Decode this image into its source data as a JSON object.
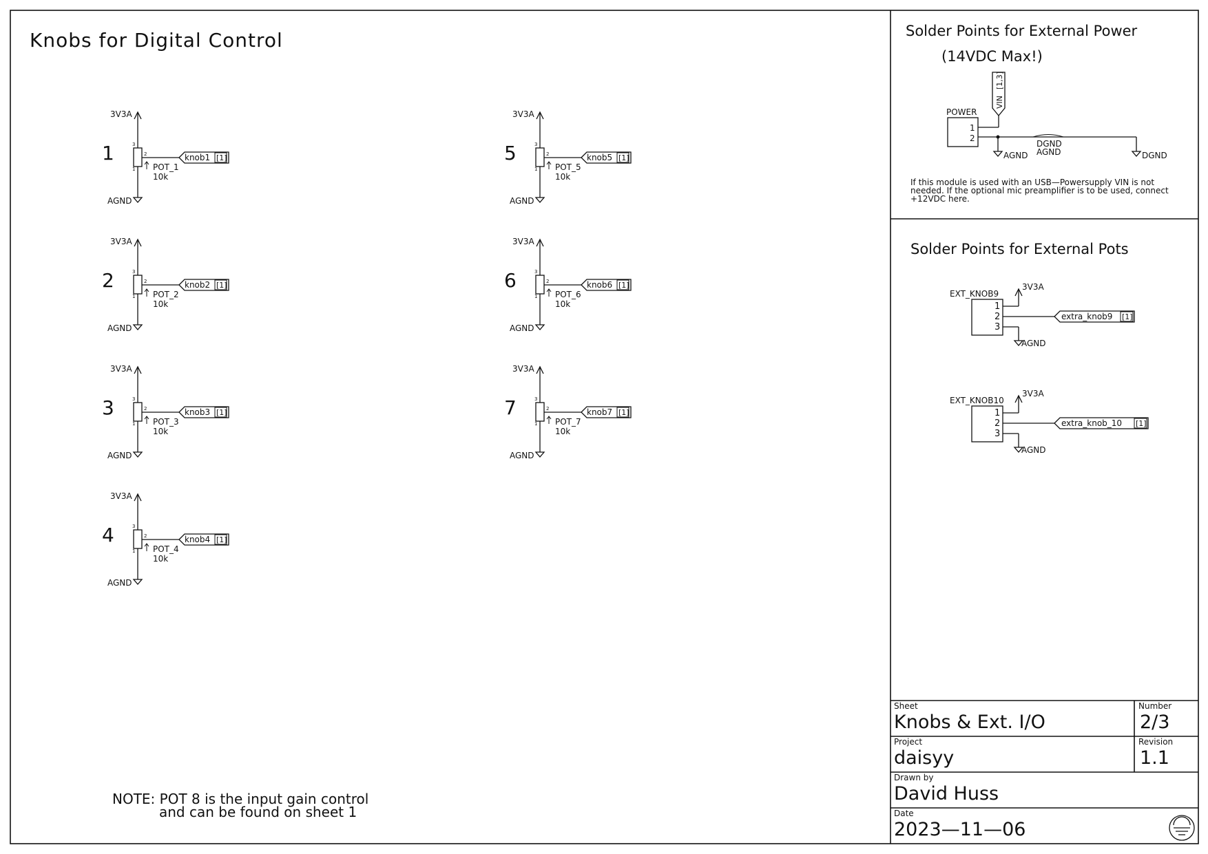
{
  "sheet_title": "Knobs for Digital Control",
  "knobs": [
    {
      "num": "1",
      "pot": "POT_1",
      "value": "10k",
      "net": "knob1",
      "ref": "[1]",
      "supply": "3V3A",
      "ground": "AGND"
    },
    {
      "num": "2",
      "pot": "POT_2",
      "value": "10k",
      "net": "knob2",
      "ref": "[1]",
      "supply": "3V3A",
      "ground": "AGND"
    },
    {
      "num": "3",
      "pot": "POT_3",
      "value": "10k",
      "net": "knob3",
      "ref": "[1]",
      "supply": "3V3A",
      "ground": "AGND"
    },
    {
      "num": "4",
      "pot": "POT_4",
      "value": "10k",
      "net": "knob4",
      "ref": "[1]",
      "supply": "3V3A",
      "ground": "AGND"
    },
    {
      "num": "5",
      "pot": "POT_5",
      "value": "10k",
      "net": "knob5",
      "ref": "[1]",
      "supply": "3V3A",
      "ground": "AGND"
    },
    {
      "num": "6",
      "pot": "POT_6",
      "value": "10k",
      "net": "knob6",
      "ref": "[1]",
      "supply": "3V3A",
      "ground": "AGND"
    },
    {
      "num": "7",
      "pot": "POT_7",
      "value": "10k",
      "net": "knob7",
      "ref": "[1]",
      "supply": "3V3A",
      "ground": "AGND"
    }
  ],
  "pin_labels": {
    "top": "3",
    "wiper": "2",
    "bottom": "1"
  },
  "note": {
    "line1": "NOTE: POT 8 is the input gain control",
    "line2": "and can be found on sheet 1"
  },
  "power": {
    "title": "Solder Points for External Power",
    "subtitle": "(14VDC Max!)",
    "connector": "POWER",
    "pin1": "1",
    "pin2": "2",
    "vin_net": "VIN",
    "vin_ref": "[1,3]",
    "agnd": "AGND",
    "dgnd": "DGND",
    "bridge_dgnd": "DGND",
    "bridge_agnd": "AGND",
    "desc1": "If this module is used with an USB—Powersupply VIN is not",
    "desc2": "needed. If the optional mic preamplifier is to be used, connect",
    "desc3": "+12VDC here."
  },
  "pots_ext": {
    "title": "Solder Points for External  Pots",
    "connectors": [
      {
        "name": "EXT_KNOB9",
        "net": "extra_knob9",
        "ref": "[1]",
        "supply": "3V3A",
        "ground": "AGND",
        "pins": [
          "1",
          "2",
          "3"
        ]
      },
      {
        "name": "EXT_KNOB10",
        "net": "extra_knob_10",
        "ref": "[1]",
        "supply": "3V3A",
        "ground": "AGND",
        "pins": [
          "1",
          "2",
          "3"
        ]
      }
    ]
  },
  "title_block": {
    "sheet_label": "Sheet",
    "sheet_value": "Knobs & Ext. I/O",
    "number_label": "Number",
    "number_value": "2/3",
    "project_label": "Project",
    "project_value": "daisyy",
    "revision_label": "Revision",
    "revision_value": "1.1",
    "drawn_label": "Drawn by",
    "drawn_value": "David Huss",
    "date_label": "Date",
    "date_value": "2023—11—06"
  }
}
